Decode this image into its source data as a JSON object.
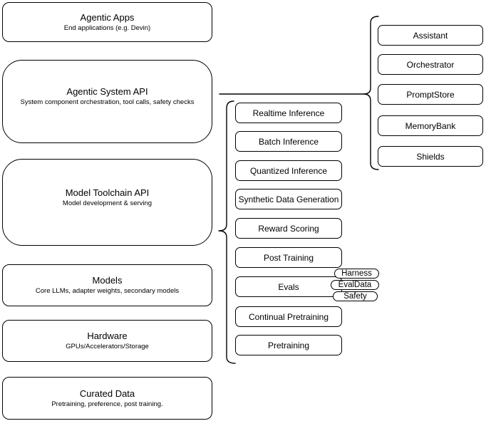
{
  "layers": [
    {
      "title": "Agentic Apps",
      "subtitle": "End applications (e.g. Devin)"
    },
    {
      "title": "Agentic System API",
      "subtitle": "System component orchestration, tool calls, safety checks"
    },
    {
      "title": "Model Toolchain API",
      "subtitle": "Model development & serving"
    },
    {
      "title": "Models",
      "subtitle": "Core LLMs, adapter weights, secondary models"
    },
    {
      "title": "Hardware",
      "subtitle": "GPUs/Accelerators/Storage"
    },
    {
      "title": "Curated Data",
      "subtitle": "Pretraining, preference, post training."
    }
  ],
  "toolchain": {
    "items": [
      "Realtime Inference",
      "Batch Inference",
      "Quantized Inference",
      "Synthetic Data Generation",
      "Reward Scoring",
      "Post Training",
      "Evals",
      "Continual Pretraining",
      "Pretraining"
    ]
  },
  "evals_tags": [
    "Harness",
    "EvalData",
    "Safety"
  ],
  "system_components": [
    "Assistant",
    "Orchestrator",
    "PromptStore",
    "MemoryBank",
    "Shields"
  ],
  "colors": {
    "stroke": "#000000",
    "fill": "#ffffff",
    "text": "#000000"
  }
}
